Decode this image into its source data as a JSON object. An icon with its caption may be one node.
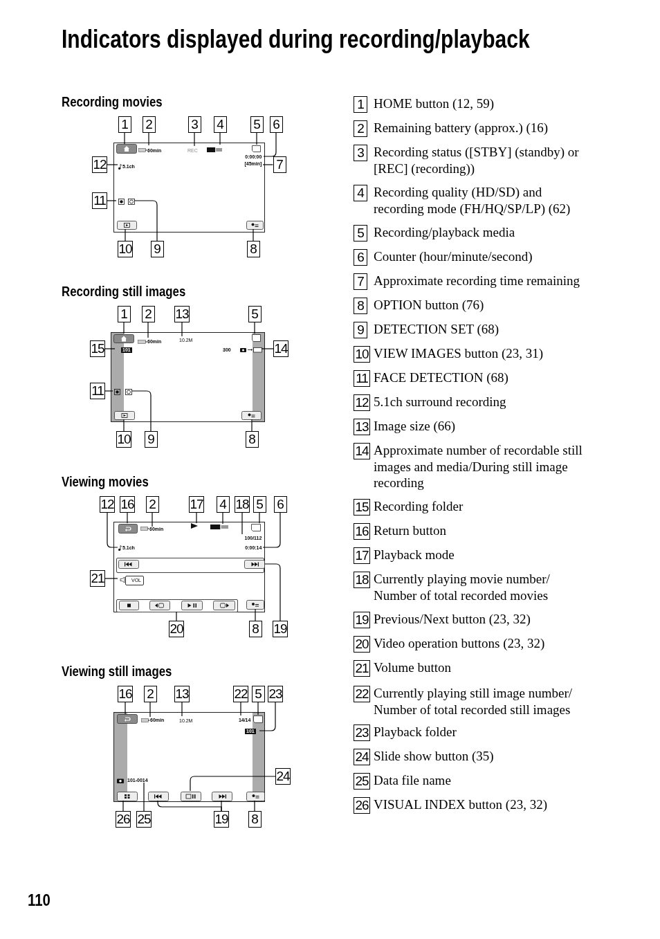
{
  "diagram": {
    "title": "Indicators displayed during recording/playback",
    "nodes": [
      {
        "text": [
          "60min",
          "REC",
          "0:00:00",
          "[45min]",
          "5.1ch"
        ]
      },
      {
        "text": [
          "1"
        ]
      },
      {
        "text": [
          "2"
        ]
      },
      {
        "text": [
          "3"
        ]
      },
      {
        "text": [
          "4"
        ]
      },
      {
        "text": [
          "5"
        ]
      },
      {
        "text": [
          "6"
        ]
      },
      {
        "text": [
          "12"
        ]
      },
      {
        "text": [
          "7"
        ]
      },
      {
        "text": [
          "11"
        ]
      },
      {
        "text": [
          "10"
        ]
      },
      {
        "text": [
          "9"
        ]
      },
      {
        "text": [
          "8"
        ]
      },
      {
        "text": [
          "60min",
          "10.2M",
          "300",
          "101"
        ]
      },
      {
        "text": [
          "1"
        ]
      },
      {
        "text": [
          "2"
        ]
      },
      {
        "text": [
          "13"
        ]
      },
      {
        "text": [
          "5"
        ]
      },
      {
        "text": [
          "15"
        ]
      },
      {
        "text": [
          "14"
        ]
      },
      {
        "text": [
          "11"
        ]
      },
      {
        "text": [
          "10"
        ]
      },
      {
        "text": [
          "9"
        ]
      },
      {
        "text": [
          "8"
        ]
      },
      {
        "text": [
          "60min",
          "100/112",
          "5.1ch",
          "0:00:14",
          "VOL"
        ]
      },
      {
        "text": [
          "12"
        ]
      },
      {
        "text": [
          "16"
        ]
      },
      {
        "text": [
          "2"
        ]
      },
      {
        "text": [
          "17"
        ]
      },
      {
        "text": [
          "4"
        ]
      },
      {
        "text": [
          "18"
        ]
      },
      {
        "text": [
          "5"
        ]
      },
      {
        "text": [
          "6"
        ]
      },
      {
        "text": [
          "21"
        ]
      },
      {
        "text": [
          "20"
        ]
      },
      {
        "text": [
          "8"
        ]
      },
      {
        "text": [
          "19"
        ]
      },
      {
        "text": [
          "60min",
          "10.2M",
          "14/14",
          "101",
          "101-0014"
        ]
      },
      {
        "text": [
          "16"
        ]
      },
      {
        "text": [
          "2"
        ]
      },
      {
        "text": [
          "13"
        ]
      },
      {
        "text": [
          "22"
        ]
      },
      {
        "text": [
          "5"
        ]
      },
      {
        "text": [
          "23"
        ]
      },
      {
        "text": [
          "24"
        ]
      },
      {
        "text": [
          "26"
        ]
      },
      {
        "text": [
          "25"
        ]
      },
      {
        "text": [
          "19"
        ]
      },
      {
        "text": [
          "8"
        ]
      },
      {
        "text": [
          "1"
        ],
        "beside": [
          "HOME button (12, 59)"
        ]
      },
      {
        "text": [
          "2"
        ],
        "beside": [
          "Remaining battery (approx.) (16)"
        ]
      },
      {
        "text": [
          "3"
        ],
        "beside": [
          "Recording status ([STBY] (standby) or [REC] (recording))"
        ]
      },
      {
        "text": [
          "4"
        ],
        "beside": [
          "Recording quality (HD/SD) and recording mode (FH/HQ/SP/LP) (62)"
        ]
      },
      {
        "text": [
          "5"
        ],
        "beside": [
          "Recording/playback media"
        ]
      },
      {
        "text": [
          "6"
        ],
        "beside": [
          "Counter (hour/minute/second)"
        ]
      },
      {
        "text": [
          "7"
        ],
        "beside": [
          "Approximate recording time remaining"
        ]
      },
      {
        "text": [
          "8"
        ],
        "beside": [
          "OPTION button (76)"
        ]
      },
      {
        "text": [
          "9"
        ],
        "beside": [
          "DETECTION SET (68)"
        ]
      },
      {
        "text": [
          "10"
        ],
        "beside": [
          "VIEW IMAGES button (23, 31)"
        ]
      },
      {
        "text": [
          "11"
        ],
        "beside": [
          "FACE DETECTION (68)"
        ]
      },
      {
        "text": [
          "12"
        ],
        "beside": [
          "5.1ch surround recording"
        ]
      },
      {
        "text": [
          "13"
        ],
        "beside": [
          "Image size (66)"
        ]
      },
      {
        "text": [
          "14"
        ],
        "beside": [
          "Approximate number of recordable still images and media/During still image recording"
        ]
      },
      {
        "text": [
          "15"
        ],
        "beside": [
          "Recording folder"
        ]
      },
      {
        "text": [
          "16"
        ],
        "beside": [
          "Return button"
        ]
      },
      {
        "text": [
          "17"
        ],
        "beside": [
          "Playback mode"
        ]
      },
      {
        "text": [
          "18"
        ],
        "beside": [
          "Currently playing movie number/ Number of total recorded movies"
        ]
      },
      {
        "text": [
          "19"
        ],
        "beside": [
          "Previous/Next button (23, 32)"
        ]
      },
      {
        "text": [
          "20"
        ],
        "beside": [
          "Video operation buttons (23, 32)"
        ]
      },
      {
        "text": [
          "21"
        ],
        "beside": [
          "Volume button"
        ]
      },
      {
        "text": [
          "22"
        ],
        "beside": [
          "Currently playing still image number/ Number of total recorded still images"
        ]
      },
      {
        "text": [
          "23"
        ],
        "beside": [
          "Playback folder"
        ]
      },
      {
        "text": [
          "24"
        ],
        "beside": [
          "Slide show button (35)"
        ]
      },
      {
        "text": [
          "25"
        ],
        "beside": [
          "Data file name"
        ]
      },
      {
        "text": [
          "26"
        ],
        "beside": [
          "VISUAL INDEX button (23, 32)"
        ]
      }
    ],
    "edges": [
      {
        "from": 1,
        "to": 0,
        "arrow": "none"
      },
      {
        "from": 2,
        "to": 0,
        "arrow": "none"
      },
      {
        "from": 3,
        "to": 0,
        "arrow": "none"
      },
      {
        "from": 4,
        "to": 0,
        "arrow": "none"
      },
      {
        "from": 5,
        "to": 0,
        "arrow": "none"
      },
      {
        "from": 6,
        "to": 0,
        "arrow": "none"
      },
      {
        "from": 7,
        "to": 0,
        "arrow": "none"
      },
      {
        "from": 8,
        "to": 0,
        "arrow": "none"
      },
      {
        "from": 9,
        "to": 0,
        "arrow": "none"
      },
      {
        "from": 10,
        "to": 0,
        "arrow": "none"
      },
      {
        "from": 11,
        "to": 0,
        "arrow": "none"
      },
      {
        "from": 12,
        "to": 0,
        "arrow": "none"
      },
      {
        "from": 14,
        "to": 13,
        "arrow": "none"
      },
      {
        "from": 15,
        "to": 13,
        "arrow": "none"
      },
      {
        "from": 16,
        "to": 13,
        "arrow": "none"
      },
      {
        "from": 17,
        "to": 13,
        "arrow": "none"
      },
      {
        "from": 18,
        "to": 13,
        "arrow": "none"
      },
      {
        "from": 19,
        "to": 13,
        "arrow": "none"
      },
      {
        "from": 20,
        "to": 13,
        "arrow": "none"
      },
      {
        "from": 21,
        "to": 13,
        "arrow": "none"
      },
      {
        "from": 22,
        "to": 13,
        "arrow": "none"
      },
      {
        "from": 23,
        "to": 13,
        "arrow": "none"
      },
      {
        "from": 25,
        "to": 24,
        "arrow": "none"
      },
      {
        "from": 26,
        "to": 24,
        "arrow": "none"
      },
      {
        "from": 27,
        "to": 24,
        "arrow": "none"
      },
      {
        "from": 28,
        "to": 24,
        "arrow": "none"
      },
      {
        "from": 29,
        "to": 24,
        "arrow": "none"
      },
      {
        "from": 30,
        "to": 24,
        "arrow": "none"
      },
      {
        "from": 31,
        "to": 24,
        "arrow": "none"
      },
      {
        "from": 32,
        "to": 24,
        "arrow": "none"
      },
      {
        "from": 33,
        "to": 24,
        "arrow": "none"
      },
      {
        "from": 34,
        "to": 24,
        "arrow": "none"
      },
      {
        "from": 35,
        "to": 24,
        "arrow": "none"
      },
      {
        "from": 36,
        "to": 24,
        "arrow": "none"
      },
      {
        "from": 38,
        "to": 37,
        "arrow": "none"
      },
      {
        "from": 39,
        "to": 37,
        "arrow": "none"
      },
      {
        "from": 40,
        "to": 37,
        "arrow": "none"
      },
      {
        "from": 41,
        "to": 37,
        "arrow": "none"
      },
      {
        "from": 42,
        "to": 37,
        "arrow": "none"
      },
      {
        "from": 43,
        "to": 37,
        "arrow": "none"
      },
      {
        "from": 44,
        "to": 37,
        "arrow": "none"
      },
      {
        "from": 45,
        "to": 37,
        "arrow": "none"
      },
      {
        "from": 46,
        "to": 37,
        "arrow": "none"
      },
      {
        "from": 47,
        "to": 37,
        "arrow": "none"
      },
      {
        "from": 47,
        "to": 37,
        "arrow": "none"
      },
      {
        "from": 48,
        "to": 37,
        "arrow": "none"
      }
    ],
    "labels": [
      "Recording movies",
      "Recording still images",
      "Viewing movies",
      "Viewing still images",
      "110"
    ]
  }
}
